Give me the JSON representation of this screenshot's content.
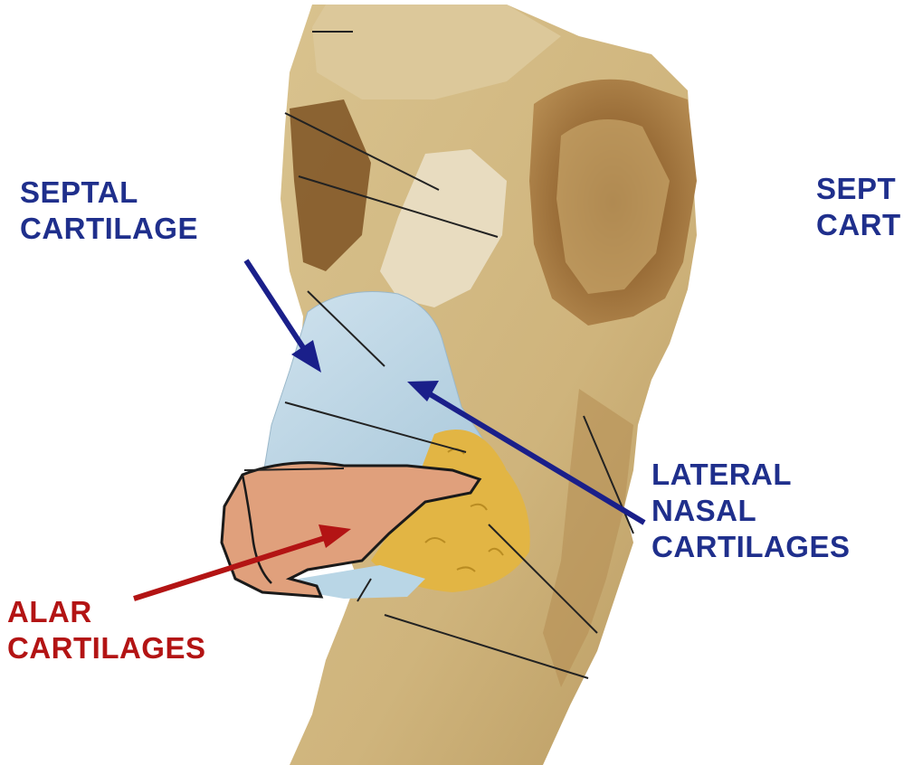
{
  "colors": {
    "septal_label": "#1f2f8c",
    "lateral_label": "#1f2f8c",
    "alar_label": "#b31414",
    "blue_arrow": "#1a1f8a",
    "red_arrow": "#b31414",
    "bone": "#d8c08c",
    "bone_shadow": "#a07a45",
    "lateral_cartilage": "#b9d6e6",
    "alar_cartilage": "#e0a07c",
    "fat": "#e3b84a"
  },
  "labels": {
    "septal_cartilage": [
      "SEPTAL",
      "CARTILAGE"
    ],
    "lateral_nasal_cartilages": [
      "LATERAL",
      "NASAL",
      "CARTILAGES"
    ],
    "alar_cartilages": [
      "ALAR",
      "CARTILAGES"
    ],
    "septal_cartilage_cropped": [
      "SEPT",
      "CART"
    ]
  }
}
